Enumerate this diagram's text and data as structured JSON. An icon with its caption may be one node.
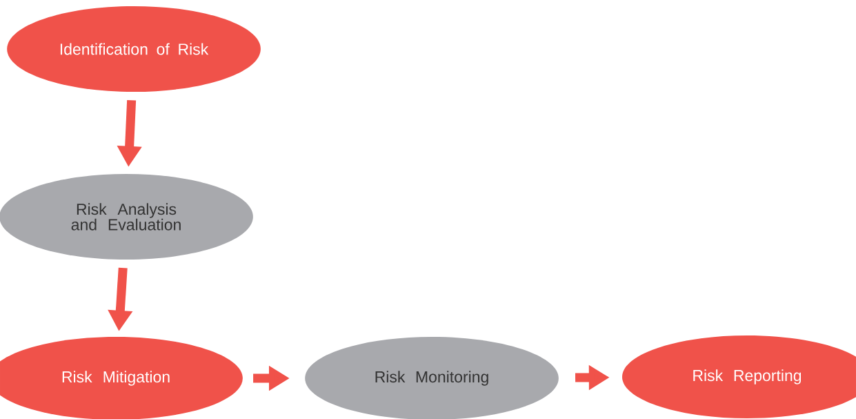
{
  "diagram": {
    "nodes": [
      {
        "text": [
          "Identification of Risk"
        ]
      },
      {
        "text": [
          "Risk Analysis and Evaluation"
        ]
      },
      {
        "text": [
          "Risk Mitigation"
        ]
      },
      {
        "text": [
          "Risk Monitoring"
        ]
      },
      {
        "text": [
          "Risk Reporting"
        ]
      }
    ],
    "edges": [
      {
        "from": 0,
        "to": 1,
        "arrow": "to"
      },
      {
        "from": 1,
        "to": 2,
        "arrow": "to"
      },
      {
        "from": 2,
        "to": 3,
        "arrow": "to"
      },
      {
        "from": 3,
        "to": 4,
        "arrow": "to"
      }
    ]
  }
}
